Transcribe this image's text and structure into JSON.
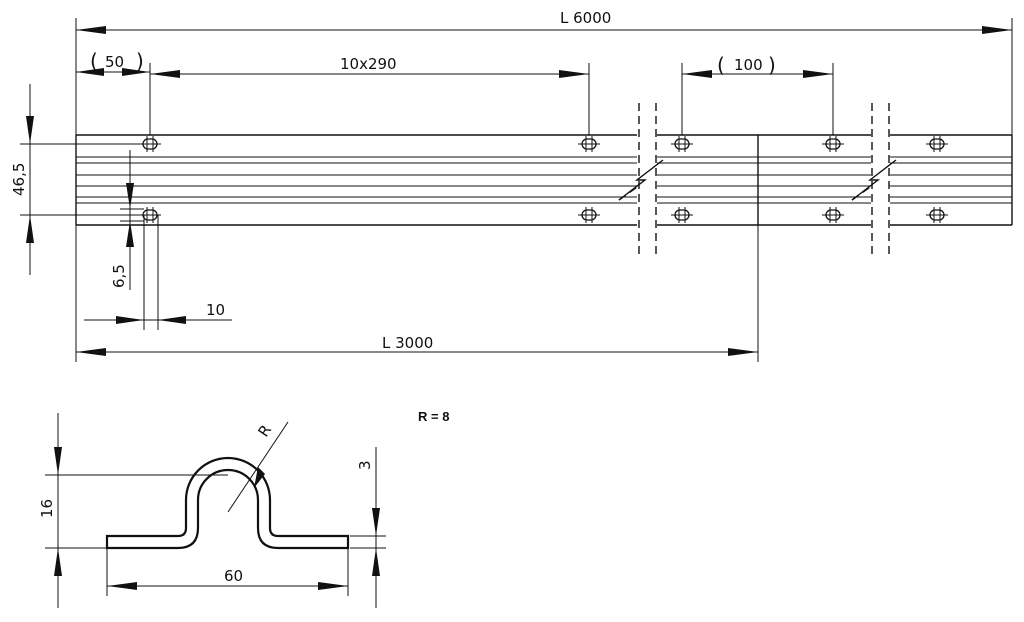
{
  "dimensions": {
    "total_length": "L 6000",
    "half_length": "L 3000",
    "edge_offset": "50",
    "hole_pitch": "10x290",
    "gap": "100",
    "hole_spacing": "46,5",
    "hole_width": "6,5",
    "slot_length": "10",
    "profile_height": "16",
    "thickness": "3",
    "profile_width": "60",
    "radius_label": "R"
  },
  "note": {
    "radius_value": "R = 8"
  }
}
